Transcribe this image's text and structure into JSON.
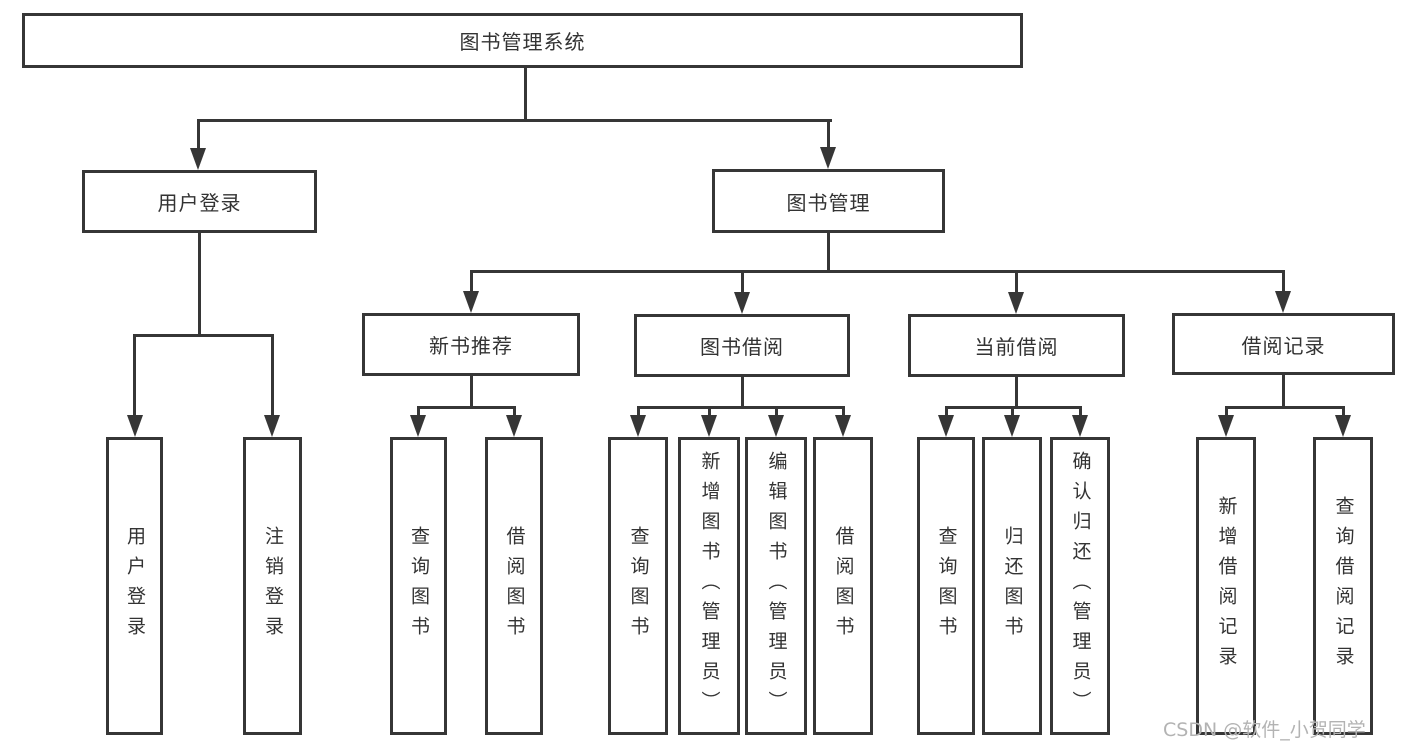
{
  "colors": {
    "line": "#363636",
    "text": "#333333",
    "watermark": "#b3b3b3",
    "background": "#ffffff"
  },
  "diagram": {
    "type": "hierarchy-diagram",
    "root": {
      "label": "图书管理系统"
    },
    "level2": [
      {
        "label": "用户登录"
      },
      {
        "label": "图书管理"
      }
    ],
    "level3": [
      {
        "label": "新书推荐"
      },
      {
        "label": "图书借阅"
      },
      {
        "label": "当前借阅"
      },
      {
        "label": "借阅记录"
      }
    ],
    "leaves": [
      {
        "label": "用户登录"
      },
      {
        "label": "注销登录"
      },
      {
        "label": "查询图书"
      },
      {
        "label": "借阅图书"
      },
      {
        "label": "查询图书"
      },
      {
        "label": "新增图书（管理员）"
      },
      {
        "label": "编辑图书（管理员）"
      },
      {
        "label": "借阅图书"
      },
      {
        "label": "查询图书"
      },
      {
        "label": "归还图书"
      },
      {
        "label": "确认归还（管理员）"
      },
      {
        "label": "新增借阅记录"
      },
      {
        "label": "查询借阅记录"
      }
    ]
  },
  "watermark": {
    "text": "CSDN @软件_小贺同学"
  }
}
